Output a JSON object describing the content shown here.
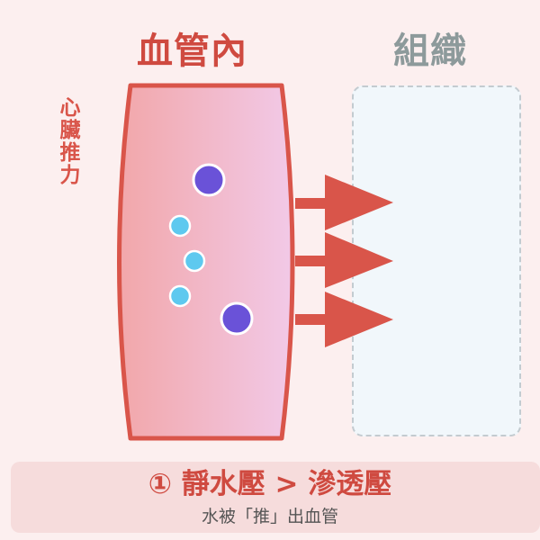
{
  "labels": {
    "vessel_title": "血管內",
    "tissue_title": "組織",
    "side_label": "心臟推力"
  },
  "caption": {
    "main": "① 靜水壓 > 滲透壓",
    "sub": "水被「推」出血管"
  },
  "colors": {
    "accent_red": "#cf4a40",
    "tissue_text": "#8d9a9b",
    "vessel_gradient_start": "#f2a7aa",
    "vessel_gradient_end": "#f2c9e7",
    "large_molecule": "#6a52d8",
    "small_molecule": "#5ec9ef",
    "panel_bg": "#f6dcdc"
  }
}
